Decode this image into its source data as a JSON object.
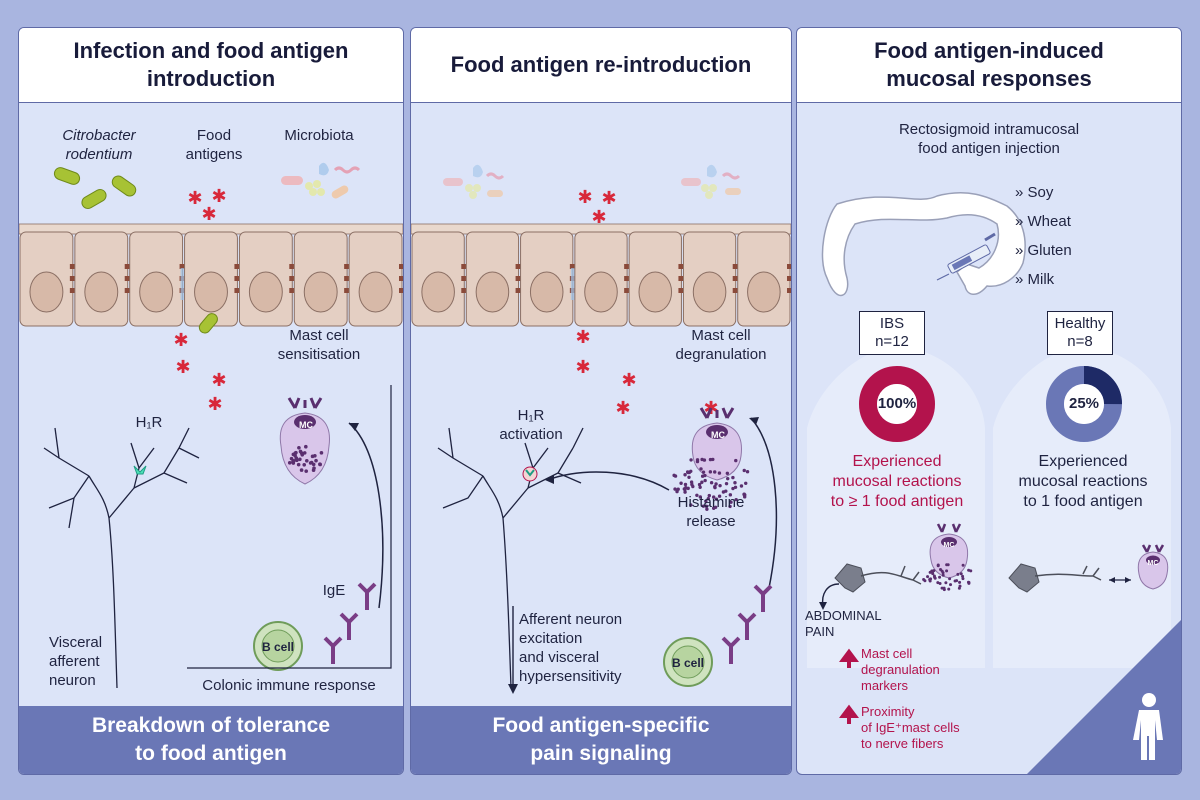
{
  "panels": [
    {
      "title": "Infection and food antigen\nintroduction",
      "labels": {
        "citrobacter": "Citrobacter\nrodentium",
        "food": "Food\nantigens",
        "microbiota": "Microbiota",
        "mast_sens": "Mast cell\nsensitisation",
        "h1r": "H₁R",
        "ige": "IgE",
        "bcell": "B cell",
        "mc": "MC",
        "neuron": "Visceral\nafferent\nneuron",
        "immune": "Colonic immune response"
      },
      "footer": "Breakdown of tolerance\nto food antigen"
    },
    {
      "title": "Food antigen re-introduction",
      "labels": {
        "mast_degran": "Mast cell\ndegranulation",
        "h1r_act": "H₁R\nactivation",
        "histamine": "Histamine\nrelease",
        "afferent": "Afferent neuron\nexcitation\nand visceral\nhypersensitivity",
        "bcell": "B cell",
        "mc": "MC"
      },
      "footer": "Food antigen-specific\npain signaling"
    },
    {
      "title": "Food antigen-induced\nmucosal responses",
      "labels": {
        "injection": "Rectosigmoid intramucosal\nfood antigen injection",
        "foods": [
          "» Soy",
          "» Wheat",
          "» Gluten",
          "» Milk"
        ],
        "ibs_group": "IBS\nn=12",
        "healthy_group": "Healthy\nn=8",
        "ibs_pct": "100%",
        "healthy_pct": "25%",
        "ibs_text": "Experienced\nmucosal reactions\nto ≥ 1 food antigen",
        "healthy_text": "Experienced\nmucosal reactions\nto 1 food antigen",
        "abdominal": "ABDOMINAL\nPAIN",
        "marker1": "Mast cell\ndegranulation\nmarkers",
        "marker2": "Proximity\nof IgE⁺mast cells\nto nerve fibers",
        "mc": "MC"
      },
      "ibs_fraction": 1.0,
      "healthy_fraction": 0.25
    }
  ],
  "colors": {
    "panel_bg": "#dce4f8",
    "footer": "#6a77b6",
    "antigen": "#d8283a",
    "mast_cell": "#7a3d86",
    "ibs_ring": "#b3134c",
    "healthy_ring": "#1e2a66",
    "cell": "#e4cfc3"
  }
}
